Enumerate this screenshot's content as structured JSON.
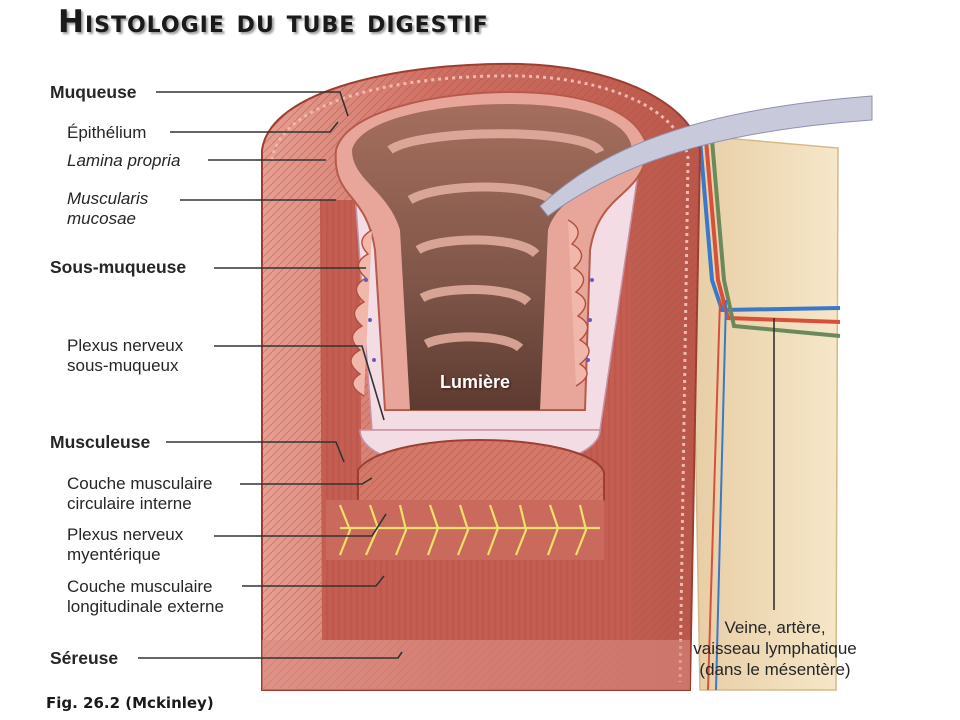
{
  "title": "Histologie du tube digestif",
  "labels": {
    "muqueuse": "Muqueuse",
    "epithelium": "Épithélium",
    "lamina_propria": "Lamina propria",
    "muscularis_mucosae": "Muscularis\nmucosae",
    "sous_muqueuse": "Sous-muqueuse",
    "plexus_sous_muqueux": "Plexus nerveux\nsous-muqueux",
    "musculeuse": "Musculeuse",
    "couche_circulaire": "Couche musculaire\ncirculaire interne",
    "plexus_myenterique": "Plexus nerveux\nmyentérique",
    "couche_longitudinale": "Couche musculaire\nlongitudinale externe",
    "sereuse": "Séreuse",
    "lumiere": "Lumière",
    "vaisseaux": "Veine, artère,\nvaisseau lymphatique\n(dans le mésentère)"
  },
  "caption": "Fig. 26.2 (Mckinley)",
  "colors": {
    "muscle": "#cf6f63",
    "muscle_dark": "#a8443a",
    "mucosa": "#e8a69a",
    "submucosa": "#f3dce4",
    "lumen": "#7e5548",
    "mesentery": "#f0dcb8",
    "nerve": "#f2de6a",
    "vein": "#3a78c8",
    "artery": "#d8503c",
    "lymph": "#6a8a5a"
  }
}
